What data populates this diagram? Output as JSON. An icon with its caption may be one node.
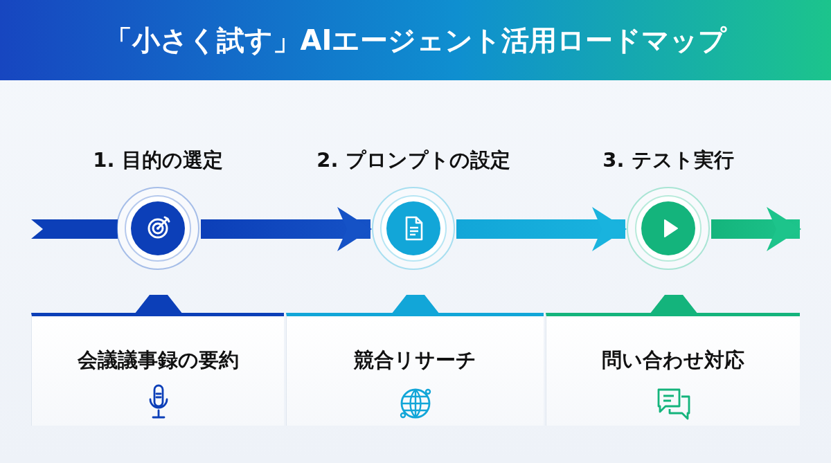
{
  "diagram": {
    "title": "「小さく試す」AIエージェント活用ロードマップ",
    "nodes": [
      {
        "text": [
          "1. 目的の選定"
        ]
      },
      {
        "text": [
          "2. プロンプトの設定"
        ]
      },
      {
        "text": [
          "3. テスト実行"
        ]
      },
      {
        "text": [
          "会議議事録の要約"
        ]
      },
      {
        "text": [
          "競合リサーチ"
        ]
      },
      {
        "text": [
          "問い合わせ対応"
        ]
      }
    ],
    "edges": [
      {
        "from": 0,
        "to": 1,
        "arrow": "to"
      },
      {
        "from": 1,
        "to": 2,
        "arrow": "to"
      },
      {
        "from": 2,
        "to": null,
        "arrow": "to"
      }
    ]
  }
}
